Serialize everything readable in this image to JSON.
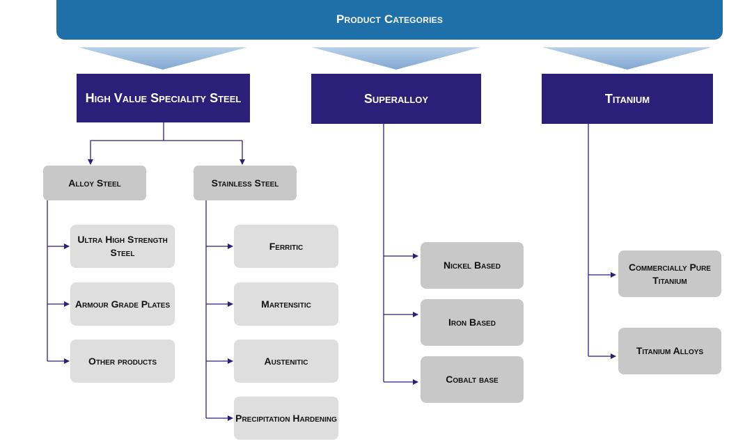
{
  "banner": {
    "title": "Product Categories"
  },
  "categories": {
    "steel": {
      "label": "High Value Speciality Steel"
    },
    "superalloy": {
      "label": "Superalloy"
    },
    "titanium": {
      "label": "Titanium"
    }
  },
  "steel_groups": {
    "alloy": {
      "label": "Alloy Steel"
    },
    "stainless": {
      "label": "Stainless Steel"
    }
  },
  "alloy_items": [
    "Ultra High Strength Steel",
    "Armour Grade Plates",
    "Other products"
  ],
  "stainless_items": [
    "Ferritic",
    "Martensitic",
    "Austenitic",
    "Precipitation Hardening"
  ],
  "superalloy_items": [
    "Nickel Based",
    "Iron Based",
    "Cobalt base"
  ],
  "titanium_items": [
    "Commercially Pure Titanium",
    "Titanium Alloys"
  ],
  "colors": {
    "banner": "#1f6fa8",
    "category": "#2b1f7a",
    "subgroup": "#c8c8c8",
    "leaf": "#dedede",
    "connector": "#2b1f7a",
    "chevron": "#8fb4d8"
  }
}
